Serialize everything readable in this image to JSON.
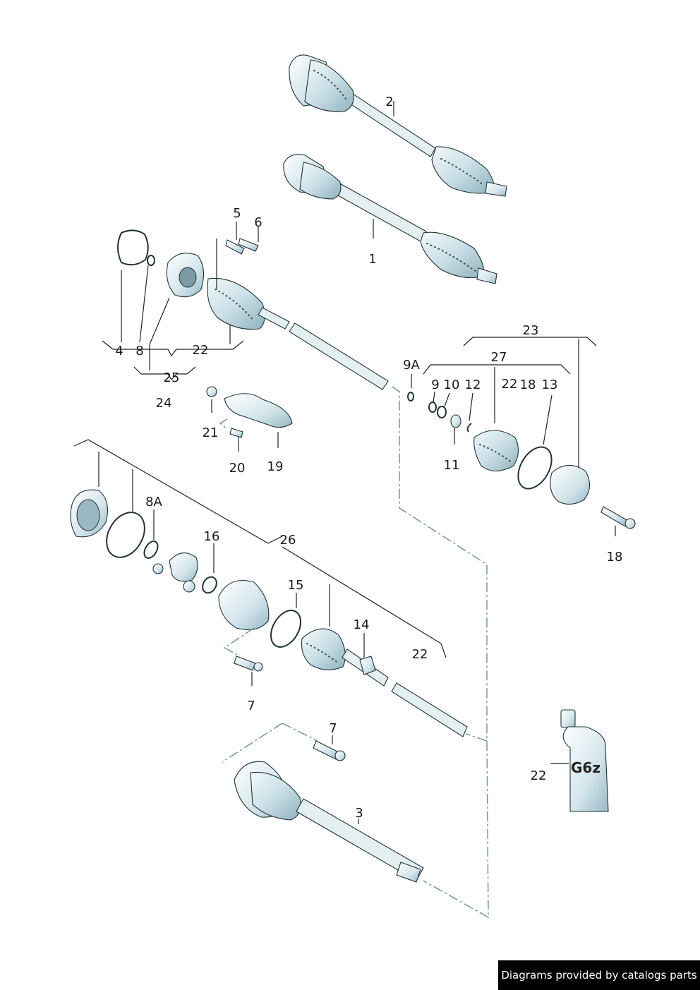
{
  "labels": {
    "l1": "1",
    "l2": "2",
    "l3": "3",
    "l4": "4",
    "l5": "5",
    "l6": "6",
    "l7a": "7",
    "l7b": "7",
    "l8": "8",
    "l8A": "8A",
    "l9": "9",
    "l9A": "9A",
    "l10": "10",
    "l11": "11",
    "l12": "12",
    "l13": "13",
    "l14": "14",
    "l15": "15",
    "l16": "16",
    "l18a": "18",
    "l18b": "18",
    "l19": "19",
    "l20": "20",
    "l21": "21",
    "l22a": "22",
    "l22b": "22",
    "l22c": "22",
    "l22d": "22",
    "l23": "23",
    "l24": "24",
    "l25": "25",
    "l26": "26",
    "l27": "27"
  },
  "tube_text": "G6z",
  "footer": {
    "text": "Diagrams provided by catalogs parts"
  },
  "colors": {
    "part_fill": "#d4e6ec",
    "boot_fill": "#c6dde4",
    "outline": "#223333",
    "dash_line": "#6a8ea0",
    "footer_bg": "#000000"
  }
}
